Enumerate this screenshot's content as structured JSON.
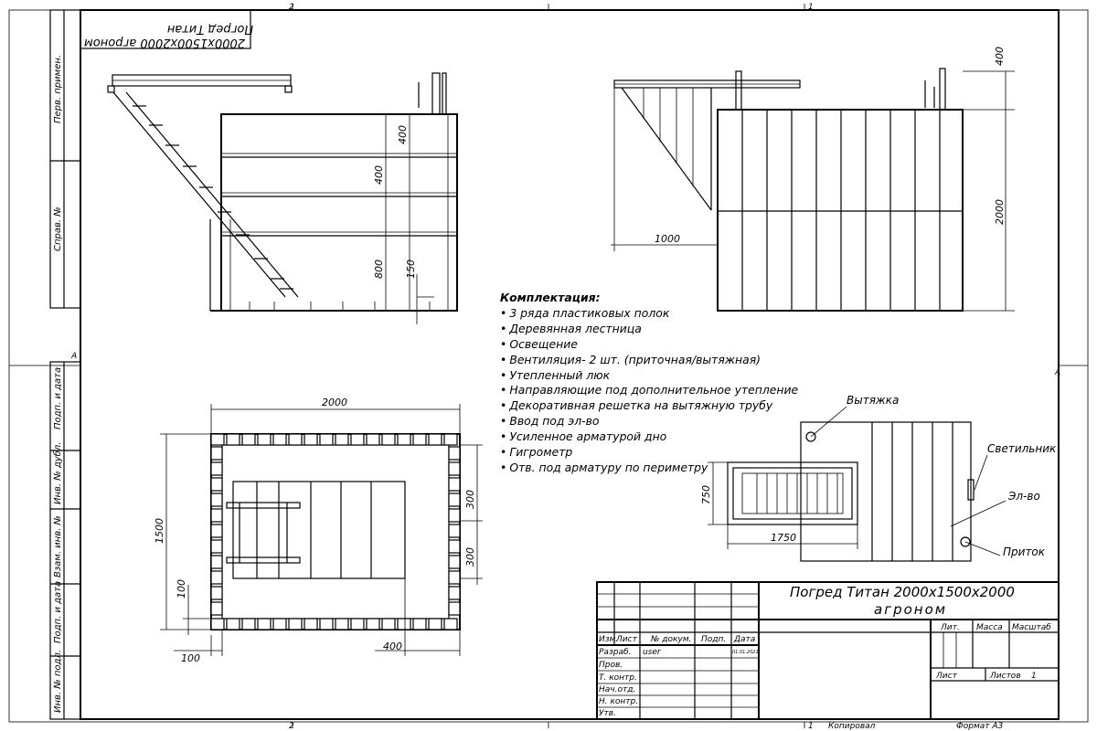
{
  "drawing_title": [
    "Погред Титан 2000х1500х2000",
    "агроном"
  ],
  "mirrored_title": [
    "Погред Титан",
    "2000х1500х2000 агроном"
  ],
  "kit": {
    "heading": "Комплектация:",
    "items": [
      "3 ряда пластиковых полок",
      "Деревянная лестница",
      "Освещение",
      "Вентиляция- 2 шт. (приточная/вытяжная)",
      "Утепленный люк",
      "Направляющие под дополнительное утепление",
      "Декоративная решетка на вытяжную трубу",
      "Ввод под эл-во",
      "Усиленное арматурой дно",
      "Гигрометр",
      "Отв. под арматуру по периметру"
    ]
  },
  "side_view": {
    "dims": [
      "400",
      "400",
      "800",
      "150"
    ]
  },
  "front_view": {
    "dims": [
      "400",
      "2000",
      "1000"
    ]
  },
  "plan_view": {
    "dims": [
      "2000",
      "1500",
      "300",
      "300",
      "100",
      "100",
      "400"
    ]
  },
  "top_view": {
    "dims": [
      "750",
      "1750"
    ],
    "labels": {
      "exhaust": "Вытяжка",
      "lamp": "Светильник",
      "power": "Эл-во",
      "inflow": "Приток"
    }
  },
  "frame": {
    "zones_top": [
      "2",
      "1"
    ],
    "zones_bottom": [
      "2",
      "1"
    ],
    "zone_side": "A",
    "side_stamps": [
      "Перв. примен.",
      "Справ. №",
      "Подп. и дата",
      "Инв. № дубл.",
      "Взам. инв. №",
      "Подп. и дата",
      "Инв. № подл."
    ]
  },
  "title_block": {
    "col_headers": [
      "Изм.",
      "Лист",
      "№ докум.",
      "Подп.",
      "Дата"
    ],
    "rows": [
      "Разраб.",
      "Пров.",
      "Т. контр.",
      "Нач.отд.",
      "Н. контр.",
      "Утв."
    ],
    "developer": "user",
    "date": "01.01.2021",
    "lit": "Лит.",
    "mass": "Масса",
    "scale": "Масштаб",
    "sheet": "Лист",
    "sheets": "Листов",
    "sheets_count": "1",
    "copied": "Копировал",
    "format": "Формат А3"
  }
}
